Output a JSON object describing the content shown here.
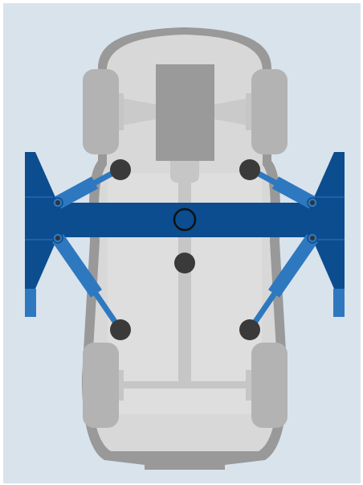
{
  "diagram": {
    "subject": "car-on-two-post-lift-top-view",
    "colors": {
      "background": "#d9e3ec",
      "car_outline": "#999999",
      "car_body": "#d8d8d8",
      "car_inner": "#dedede",
      "wheel": "#b3b3b3",
      "engine": "#9a9a9a",
      "frame": "#c6c6c6",
      "lift_dark": "#0b4d8f",
      "lift_light": "#2e78c0",
      "pad": "#3a3a3a",
      "pivot_ring": "#111111"
    },
    "components": {
      "wheels": 4,
      "lift_posts": 2,
      "lift_arms": 4,
      "lift_pads": 4
    }
  }
}
